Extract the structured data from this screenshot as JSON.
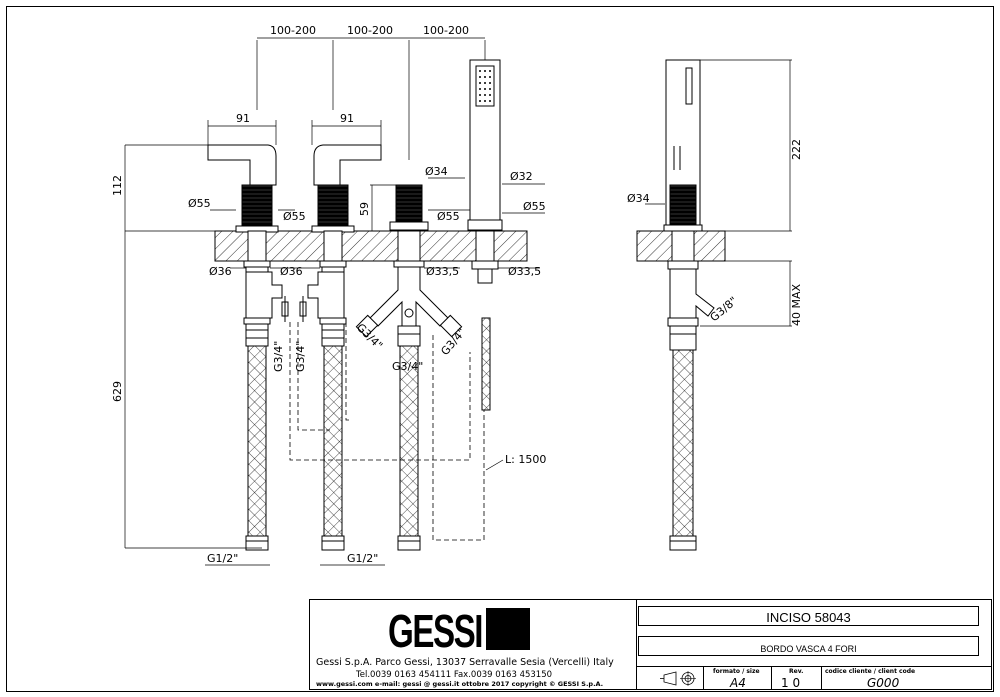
{
  "dimensions": {
    "spacing": [
      "100-200",
      "100-200",
      "100-200"
    ],
    "handle_widths": [
      "91",
      "91"
    ],
    "height_112": "112",
    "height_59": "59",
    "height_629": "629",
    "height_222": "222",
    "depth_max": "40 MAX",
    "diameters": {
      "d55_a": "Ø55",
      "d55_b": "Ø55",
      "d55_c": "Ø55",
      "d55_d": "Ø55",
      "d34_a": "Ø34",
      "d34_side": "Ø34",
      "d32": "Ø32",
      "d36_a": "Ø36",
      "d36_b": "Ø36",
      "d33_5_a": "Ø33,5",
      "d33_5_b": "Ø33,5"
    },
    "threads": {
      "g34_a": "G3/4\"",
      "g34_b": "G3/4\"",
      "g34_c": "G3/4\"",
      "g34_d": "G3/4\"",
      "g34_e": "G3/4\"",
      "g12_a": "G1/2\"",
      "g12_b": "G1/2\"",
      "g38": "G3/8\""
    },
    "hose_length": "L: 1500"
  },
  "title_block": {
    "logo_text": "GESSI",
    "company_line": "Gessi S.p.A. Parco Gessi, 13037 Serravalle Sesia (Vercelli) Italy",
    "phone_line": "Tel.0039  0163  454111  Fax.0039  0163  453150",
    "web_line": "www.gessi.com  e-mail: gessi @ gessi.it   ottobre  2017   copyright © GESSI  S.p.A.",
    "product_code": "INCISO  58043",
    "product_desc": "BORDO VASCA 4 FORI",
    "format_label": "formato / size",
    "format_value": "A4",
    "rev_label": "Rev.",
    "rev_value": "1  0",
    "client_label": "codice cliente / client code",
    "client_value": "G000"
  }
}
